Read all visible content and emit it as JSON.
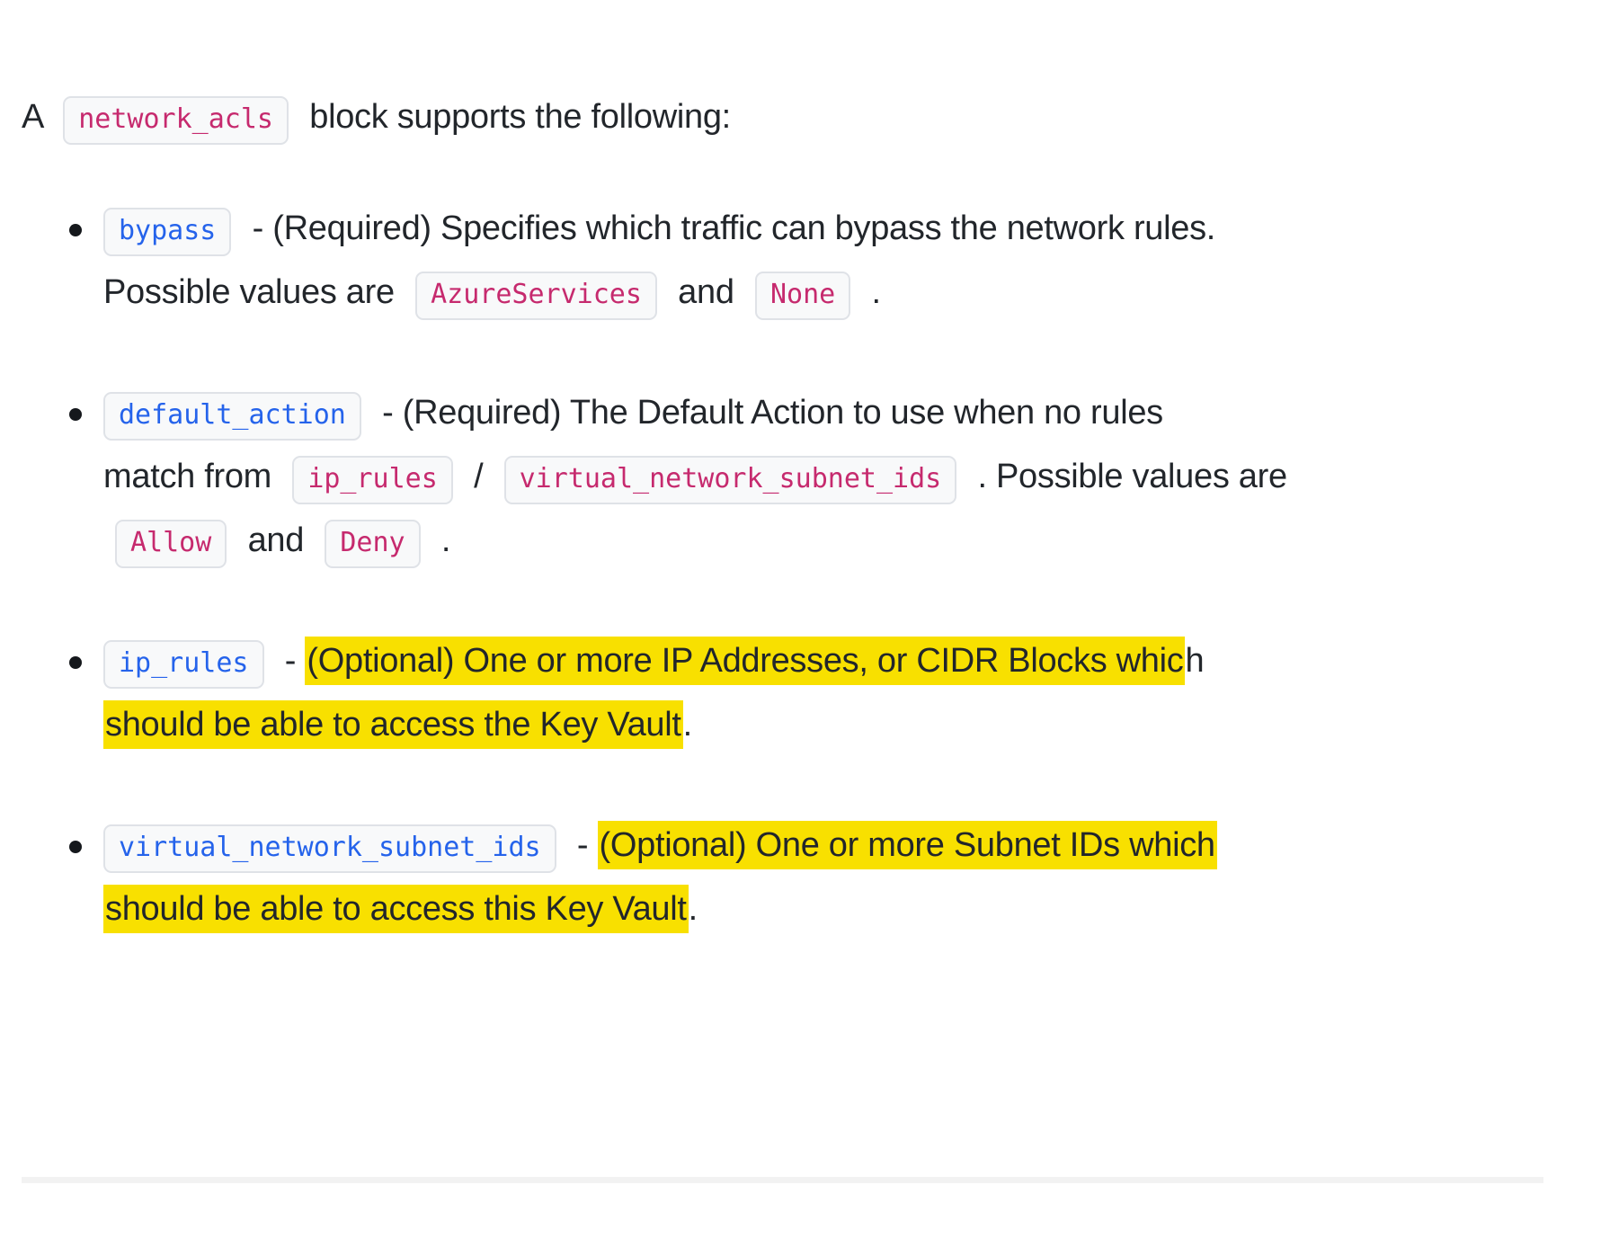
{
  "colors": {
    "text": "#22262b",
    "code_pink": "#c62a6e",
    "link_blue": "#2563eb",
    "chip_background": "#f8f9fa",
    "chip_border": "#dfe2e7",
    "highlight_yellow": "#f8e000",
    "divider_gray": "#f2f2f2",
    "page_background": "#ffffff"
  },
  "intro": {
    "prefix": "A",
    "code": "network_acls",
    "text": "block supports the following:"
  },
  "bullets": {
    "bypass": {
      "code": "bypass",
      "t1": "- (Required) Specifies which traffic can bypass the network rules.",
      "t2": "Possible values are",
      "code_a": "AzureServices",
      "t3": "and",
      "code_b": "None",
      "t4": "."
    },
    "default_action": {
      "code": "default_action",
      "t1": "- (Required) The Default Action to use when no rules",
      "t2": "match from",
      "code_a": "ip_rules",
      "t3": "/",
      "code_b": "virtual_network_subnet_ids",
      "t4": ". Possible values are",
      "code_c": "Allow",
      "t5": "and",
      "code_d": "Deny",
      "t6": "."
    },
    "ip_rules": {
      "code": "ip_rules",
      "t1": "-",
      "hl1": "(Optional) One or more IP Addresses, or CIDR Blocks whic",
      "t2": "h",
      "hl2": "should be able to access the Key Vault",
      "t3": "."
    },
    "virtual_network_subnet_ids": {
      "code": "virtual_network_subnet_ids",
      "t1": "-",
      "hl1": "(Optional) One or more Subnet IDs which",
      "hl2": "should be able to access this Key Vault",
      "t2": "."
    }
  }
}
